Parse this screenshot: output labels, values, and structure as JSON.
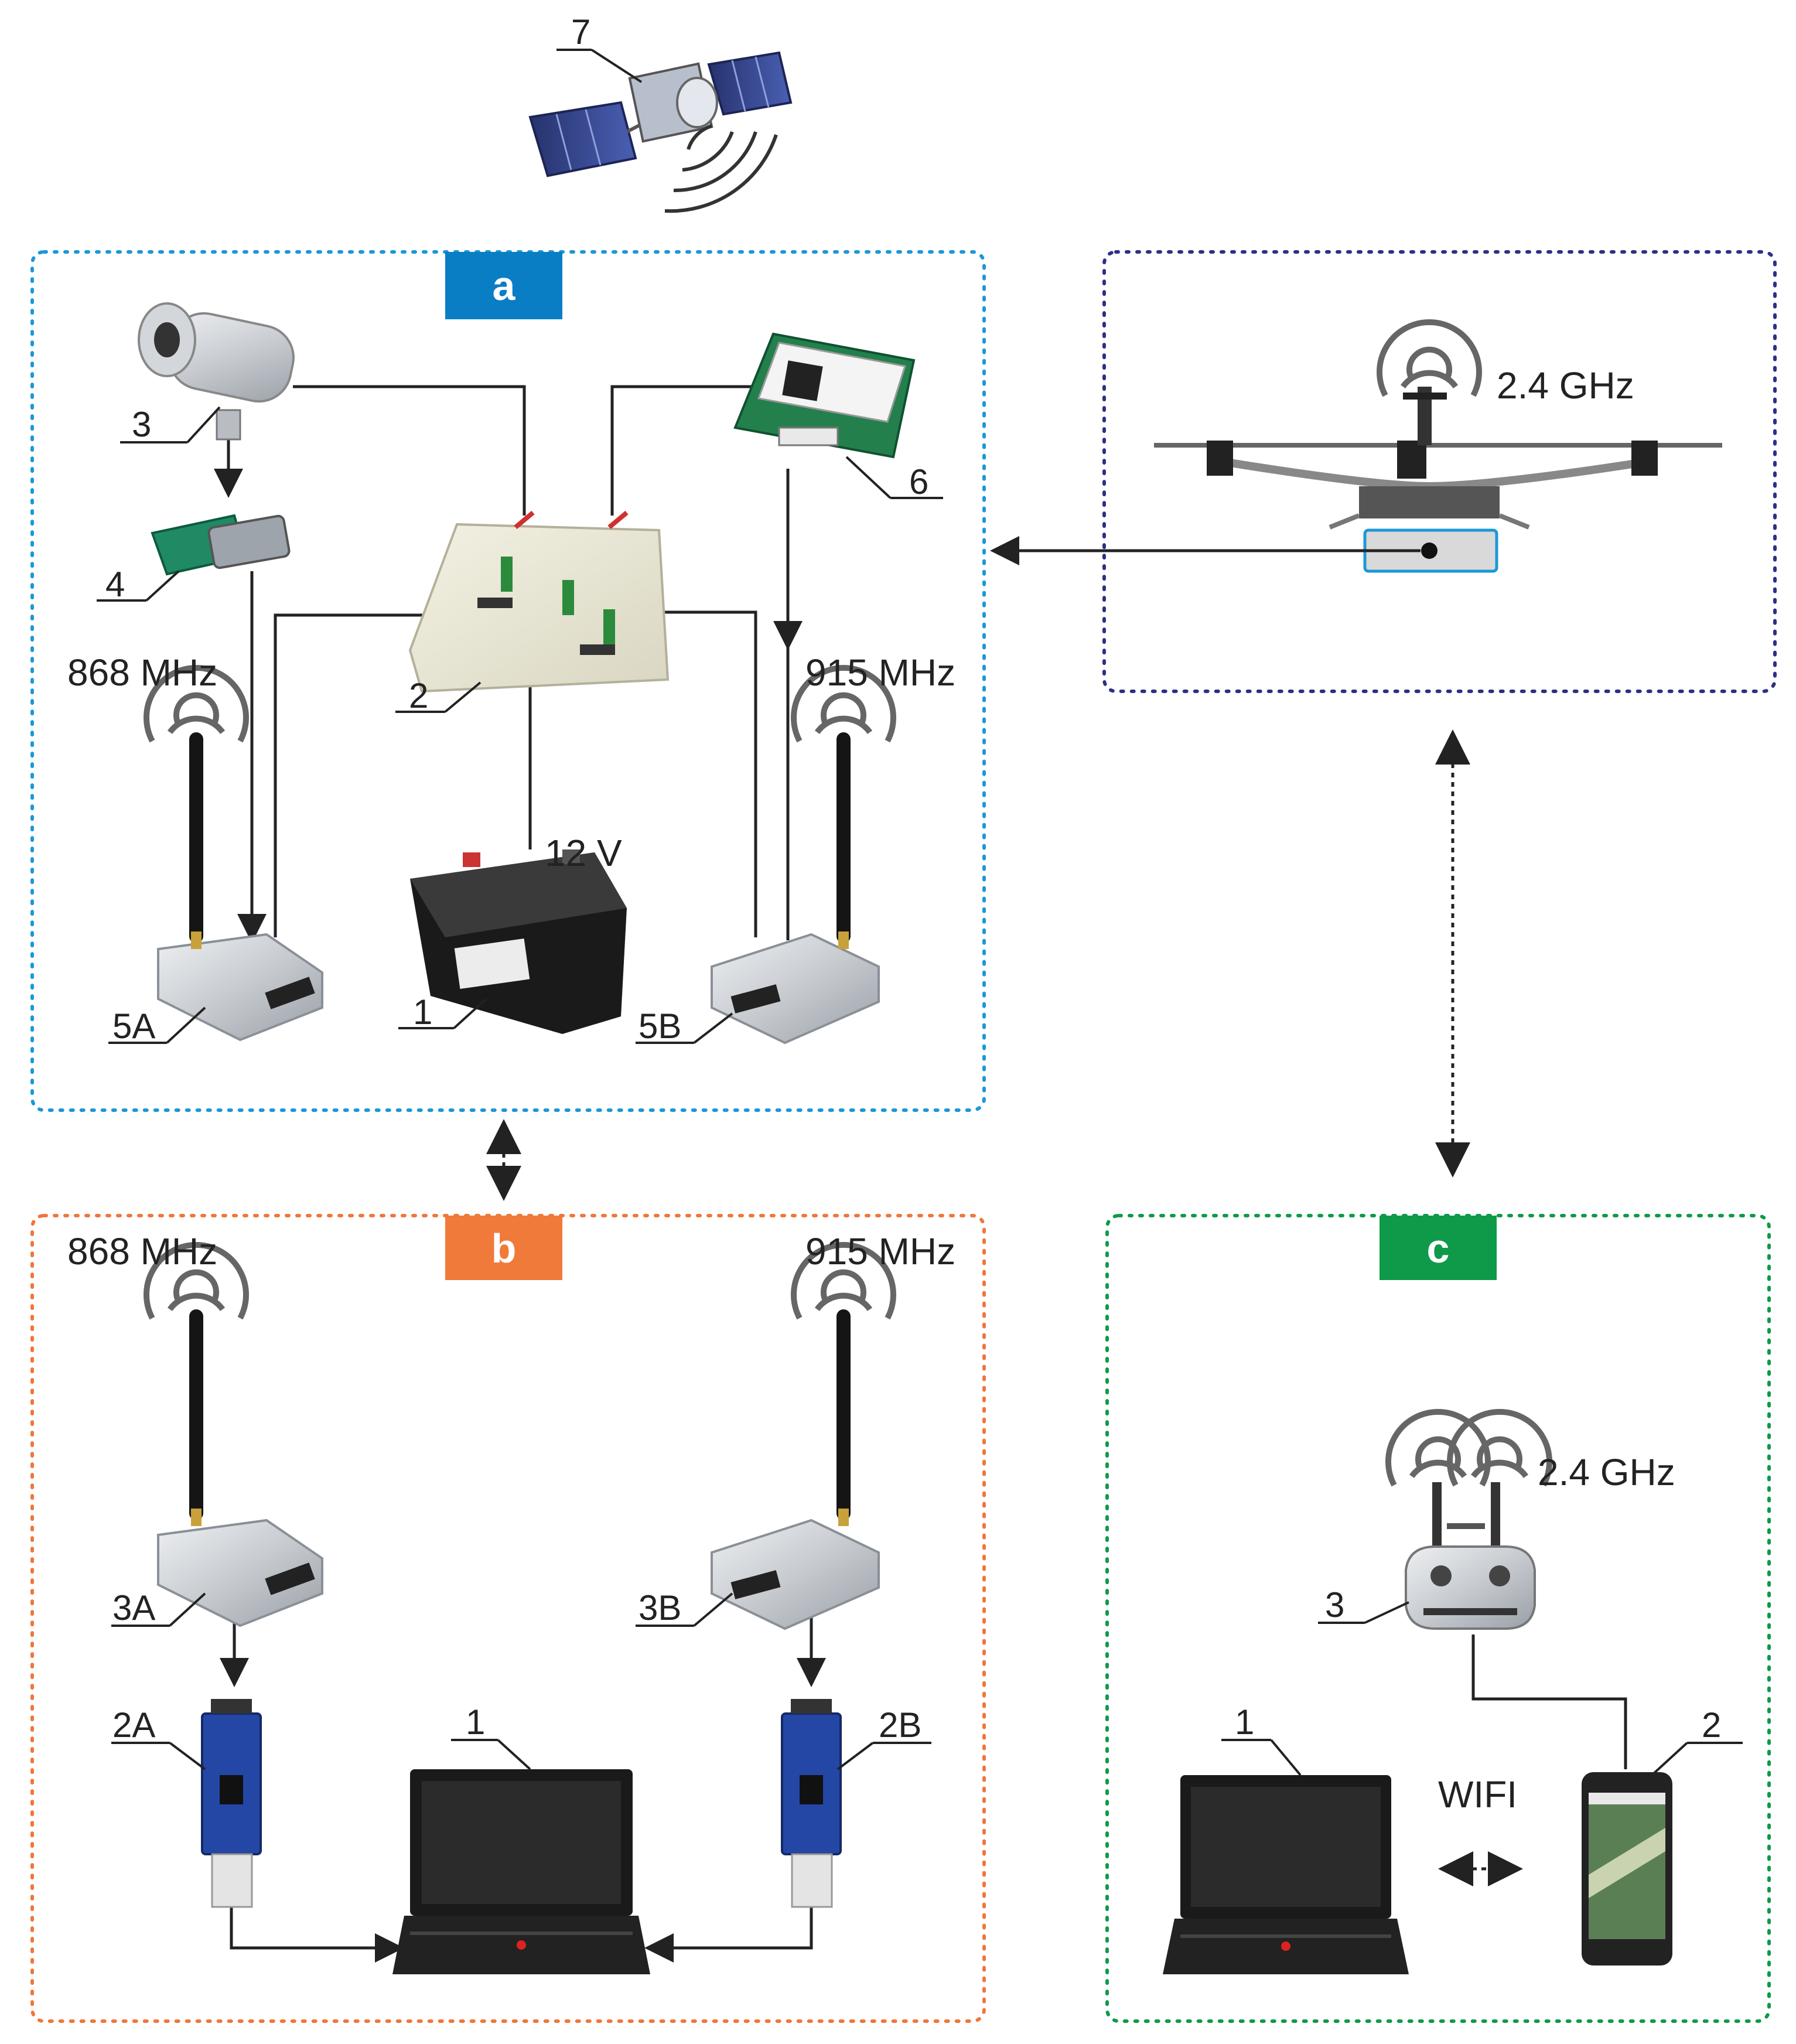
{
  "colors": {
    "panel_a": "#1b98d8",
    "panel_b": "#f0763a",
    "panel_c": "#0e9a48",
    "panel_drone": "#2d2f86",
    "badge_a": "#0a7ec4",
    "badge_b": "#f07a3a",
    "badge_c": "#0f9a4a",
    "line": "#222222"
  },
  "satellite": {
    "label": "7"
  },
  "panel_a": {
    "badge": "a",
    "labels": {
      "battery": "1",
      "controller": "2",
      "camera": "3",
      "converter": "4",
      "gps": "6",
      "radio_a": "5A",
      "radio_b": "5B"
    },
    "freq_left": "868 MHz",
    "freq_right": "915 MHz",
    "voltage": "12 V"
  },
  "drone_panel": {
    "freq": "2.4 GHz"
  },
  "panel_b": {
    "badge": "b",
    "labels": {
      "laptop": "1",
      "usb_a": "2A",
      "usb_b": "2B",
      "radio_a": "3A",
      "radio_b": "3B"
    },
    "freq_left": "868 MHz",
    "freq_right": "915 MHz"
  },
  "panel_c": {
    "badge": "c",
    "labels": {
      "laptop": "1",
      "phone": "2",
      "controller": "3"
    },
    "freq": "2.4 GHz",
    "wifi": "WIFI"
  }
}
